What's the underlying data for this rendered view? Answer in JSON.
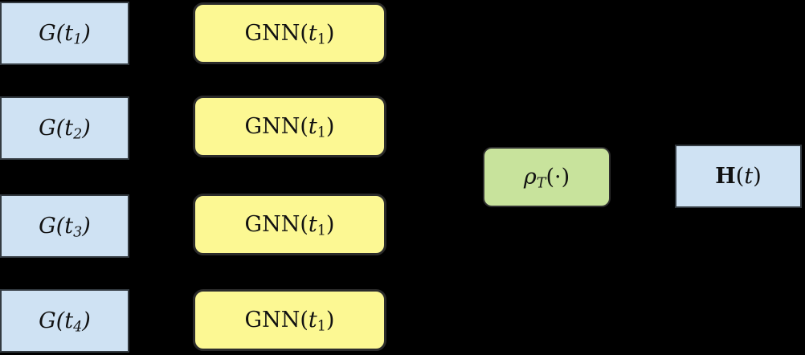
{
  "diagram": {
    "title": "temporal GNN snapshot aggregation diagram",
    "background_color": "#000000",
    "colors": {
      "input_fill": "#cfe2f3",
      "gnn_fill": "#fcf893",
      "pool_fill": "#c8e39c",
      "output_fill": "#cfe2f3",
      "border": "#2b2b2b",
      "text": "#111111",
      "arrow": "#000000"
    },
    "inputs": [
      {
        "pre": "G(t",
        "sub": "1",
        "post": ")"
      },
      {
        "pre": "G(t",
        "sub": "2",
        "post": ")"
      },
      {
        "pre": "G(t",
        "sub": "3",
        "post": ")"
      },
      {
        "pre": "G(t",
        "sub": "4",
        "post": ")"
      }
    ],
    "gnn_units": [
      {
        "name": "GNN(",
        "var": "t",
        "sub": "1",
        "post": ")"
      },
      {
        "name": "GNN(",
        "var": "t",
        "sub": "1",
        "post": ")"
      },
      {
        "name": "GNN(",
        "var": "t",
        "sub": "1",
        "post": ")"
      },
      {
        "name": "GNN(",
        "var": "t",
        "sub": "1",
        "post": ")"
      }
    ],
    "pooling": {
      "var": "ρ",
      "sub": "T",
      "post": "(·)"
    },
    "output": {
      "bold": "H",
      "open": "(",
      "var": "t",
      "close": ")"
    }
  }
}
